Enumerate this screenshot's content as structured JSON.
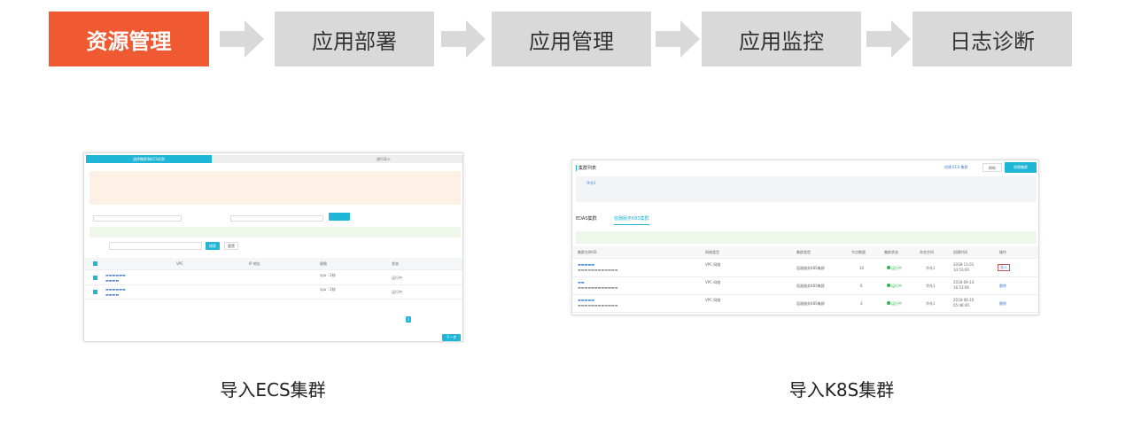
{
  "steps": [
    {
      "label": "资源管理",
      "active": true
    },
    {
      "label": "应用部署"
    },
    {
      "label": "应用管理"
    },
    {
      "label": "应用监控"
    },
    {
      "label": "日志诊断"
    }
  ],
  "colors": {
    "active": "#ef5a33",
    "inactive": "#d9d9d9",
    "accent": "#1fb6d8"
  },
  "ecs": {
    "caption": "导入ECS集群",
    "wizard": [
      "选择集群和ECS实例",
      "",
      "进行导入"
    ],
    "columns": [
      "",
      "VPC",
      "IP 地址",
      "规格",
      "状态"
    ],
    "search_btn": "搜索",
    "reset_btn": "重置",
    "next_btn": "下一步",
    "rows": [
      {
        "spec": "cpu : 2核",
        "status": "运行中"
      },
      {
        "spec": "cpu : 2核",
        "status": "运行中"
      }
    ],
    "page": "1"
  },
  "k8s": {
    "caption": "导入K8S集群",
    "title": "集群列表",
    "create_ecs": "创建 ECS 集群",
    "refresh": "刷新",
    "create": "创建集群",
    "region_first": "华东1",
    "tabs": [
      "EDAS集群",
      "容器服务K8S集群"
    ],
    "columns": [
      "集群名称/ID",
      "网络类型",
      "集群类型",
      "节点数量",
      "集群状态",
      "命名空间",
      "创建时间",
      "操作"
    ],
    "rows": [
      {
        "network": "VPC 网络",
        "type": "容器服务K8S集群",
        "nodes": "10",
        "status": "运行中",
        "ns": "华东1",
        "date": "2018-11-01",
        "time": "14:53:00",
        "op": "导入"
      },
      {
        "network": "VPC 网络",
        "type": "容器服务K8S集群",
        "nodes": "6",
        "status": "运行中",
        "ns": "华东1",
        "date": "2018-09-14",
        "time": "16:53:06",
        "op": "删除"
      },
      {
        "network": "VPC 网络",
        "type": "容器服务K8S集群",
        "nodes": "3",
        "status": "运行中",
        "ns": "华东1",
        "date": "2018-06-20",
        "time": "05:48:40",
        "op": "删除"
      }
    ]
  }
}
